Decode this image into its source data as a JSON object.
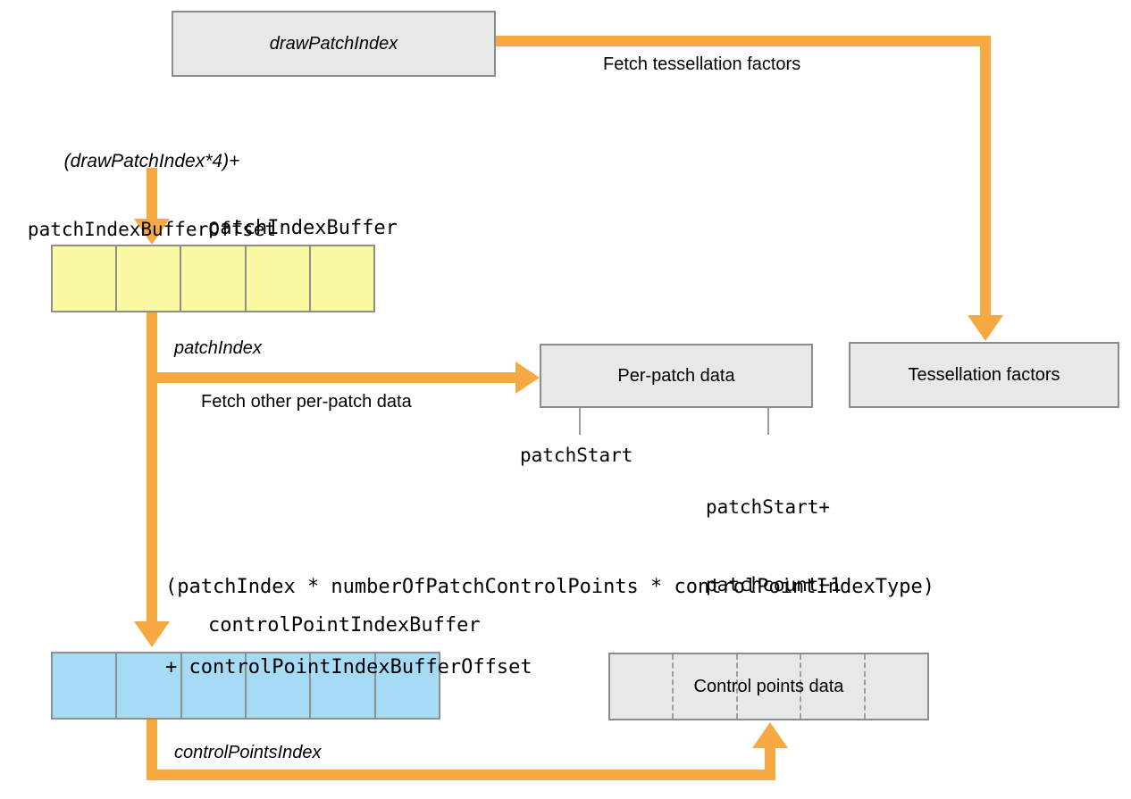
{
  "colors": {
    "arrow_orange": "#f6a843",
    "node_fill": "#e7e8e8",
    "node_border": "#8a8d8e",
    "patch_index_buffer_fill": "#faf9a2",
    "control_point_index_buffer_fill": "#a6dbf5",
    "tick_gray": "#9b9b9b",
    "text": "#000000"
  },
  "nodes": {
    "draw_patch_index": {
      "label": "drawPatchIndex"
    },
    "per_patch_data": {
      "label": "Per-patch data"
    },
    "tessellation_factors": {
      "label": "Tessellation factors"
    },
    "control_points_data": {
      "label": "Control points data",
      "segments": 5
    }
  },
  "buffers": {
    "patch_index_buffer": {
      "label": "patchIndexBuffer",
      "cells": 5
    },
    "control_point_index_buffer": {
      "label": "controlPointIndexBuffer",
      "cells": 6
    }
  },
  "annotations": {
    "fetch_tessellation_factors": "Fetch tessellation factors",
    "draw_patch_offset_line1": "(drawPatchIndex*4)+",
    "draw_patch_offset_line2": "patchIndexBufferOffset",
    "patch_index": "patchIndex",
    "fetch_other_per_patch_data": "Fetch other per-patch data",
    "patch_start": "patchStart",
    "patch_start_plus_line1": "patchStart+",
    "patch_start_plus_line2": "patchcount−1",
    "control_point_formula_line1": "(patchIndex * numberOfPatchControlPoints * controlPointIndexType)",
    "control_point_formula_line2": "+ controlPointIndexBufferOffset",
    "control_points_index": "controlPointsIndex"
  }
}
